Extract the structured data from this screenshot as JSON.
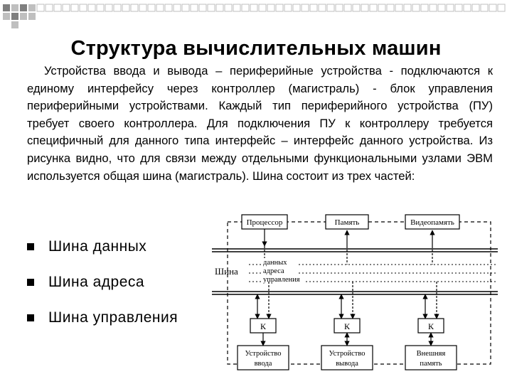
{
  "slide": {
    "title": "Структура вычислительных машин",
    "intro": "Устройства ввода и вывода – периферийные устройства - подключаются к единому интерфейсу через контроллер (магистраль) - блок управления периферийными устройствами. Каждый тип периферийного устройства (ПУ) требует своего контроллера. Для подключения ПУ к контроллеру требуется специфичный для данного типа интерфейс – интерфейс данного устройства. Из рисунка видно, что для связи между отдельными функциональными узлами ЭВМ используется общая шина (магистраль). Шина состоит из трех частей:"
  },
  "bullets": [
    {
      "label": "Шина данных"
    },
    {
      "label": "Шина адреса"
    },
    {
      "label": "Шина управления"
    }
  ],
  "diagram": {
    "top_blocks": [
      {
        "label": "Процессор"
      },
      {
        "label": "Память"
      },
      {
        "label": "Видеопамять"
      }
    ],
    "bus_label": "Шина",
    "bus_lines": [
      {
        "label": "данных"
      },
      {
        "label": "адреса"
      },
      {
        "label": "управления"
      }
    ],
    "controller_label": "К",
    "bottom_blocks": [
      {
        "line1": "Устройство",
        "line2": "ввода"
      },
      {
        "line1": "Устройство",
        "line2": "вывода"
      },
      {
        "line1": "Внешняя",
        "line2": "память"
      }
    ]
  },
  "colors": {
    "corner_dark": "#7f7f7f",
    "corner_light": "#bfbfbf",
    "line": "#000000"
  }
}
